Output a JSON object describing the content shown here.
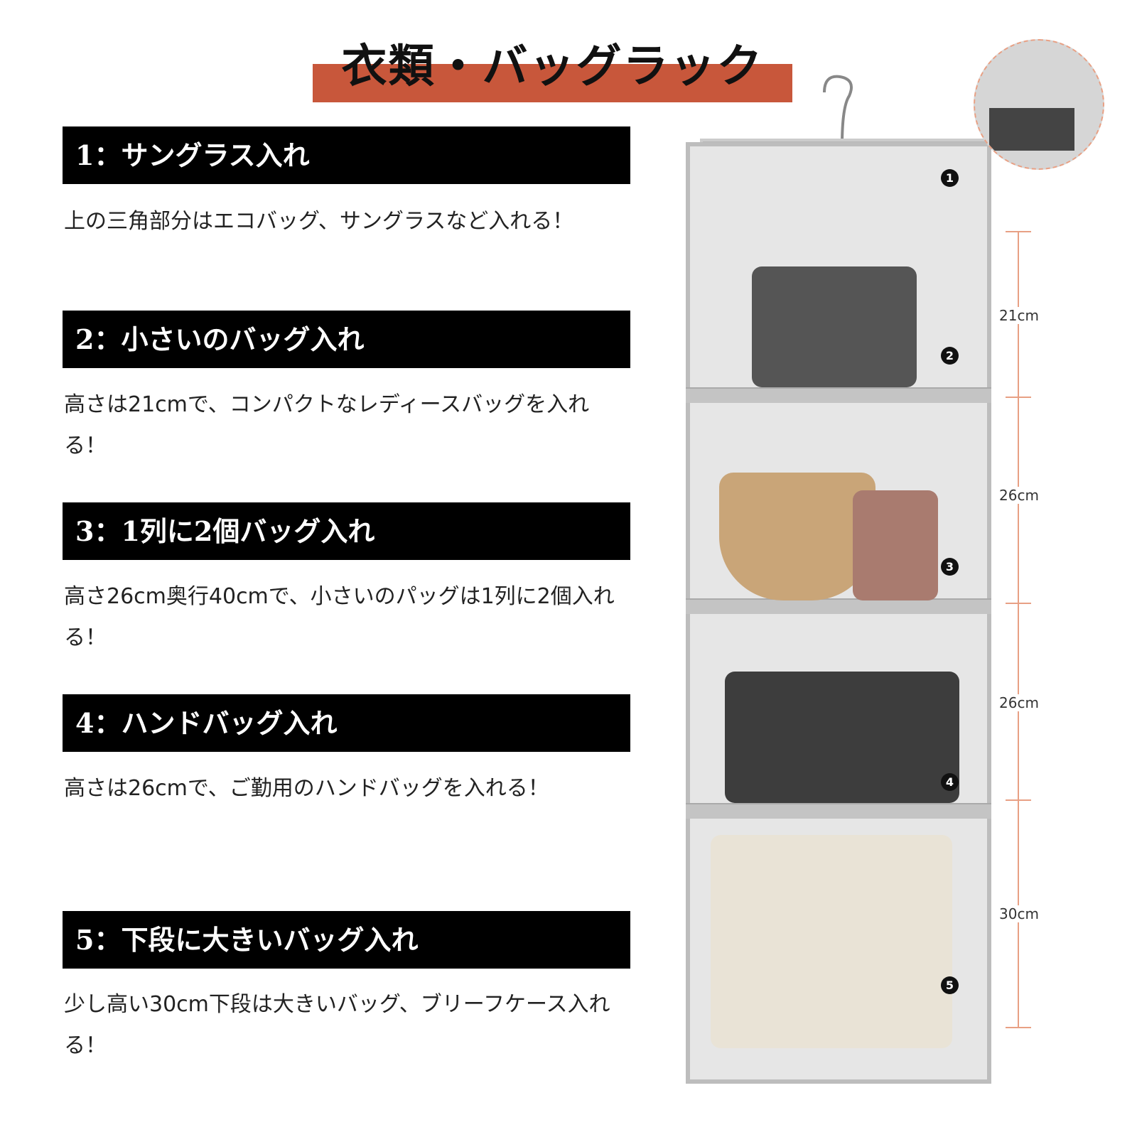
{
  "title": "衣類・バッグラック",
  "sections": [
    {
      "header": "1：サングラス入れ",
      "desc": "上の三角部分はエコバッグ、サングラスなど入れる！"
    },
    {
      "header": "2：小さいのバッグ入れ",
      "desc": "高さは21cmで、コンパクトなレディースバッグを入れる！"
    },
    {
      "header": "3：1列に2個バッグ入れ",
      "desc": "高さ26cm奥行40cmで、小さいのパッグは1列に2個入れる！"
    },
    {
      "header": "4：ハンドバッグ入れ",
      "desc": "高さは26cmで、ご勤用のハンドバッグを入れる！"
    },
    {
      "header": "5：下段に大きいバッグ入れ",
      "desc": "少し高い30cm下段は大きいバッグ、ブリーフケース入れる！"
    }
  ],
  "markers": [
    "1",
    "2",
    "3",
    "4",
    "5"
  ],
  "measurements": [
    "21cm",
    "26cm",
    "26cm",
    "30cm"
  ],
  "colors": {
    "accent": "#c8573b",
    "header_bg": "#000000",
    "scale": "#e8a084"
  }
}
